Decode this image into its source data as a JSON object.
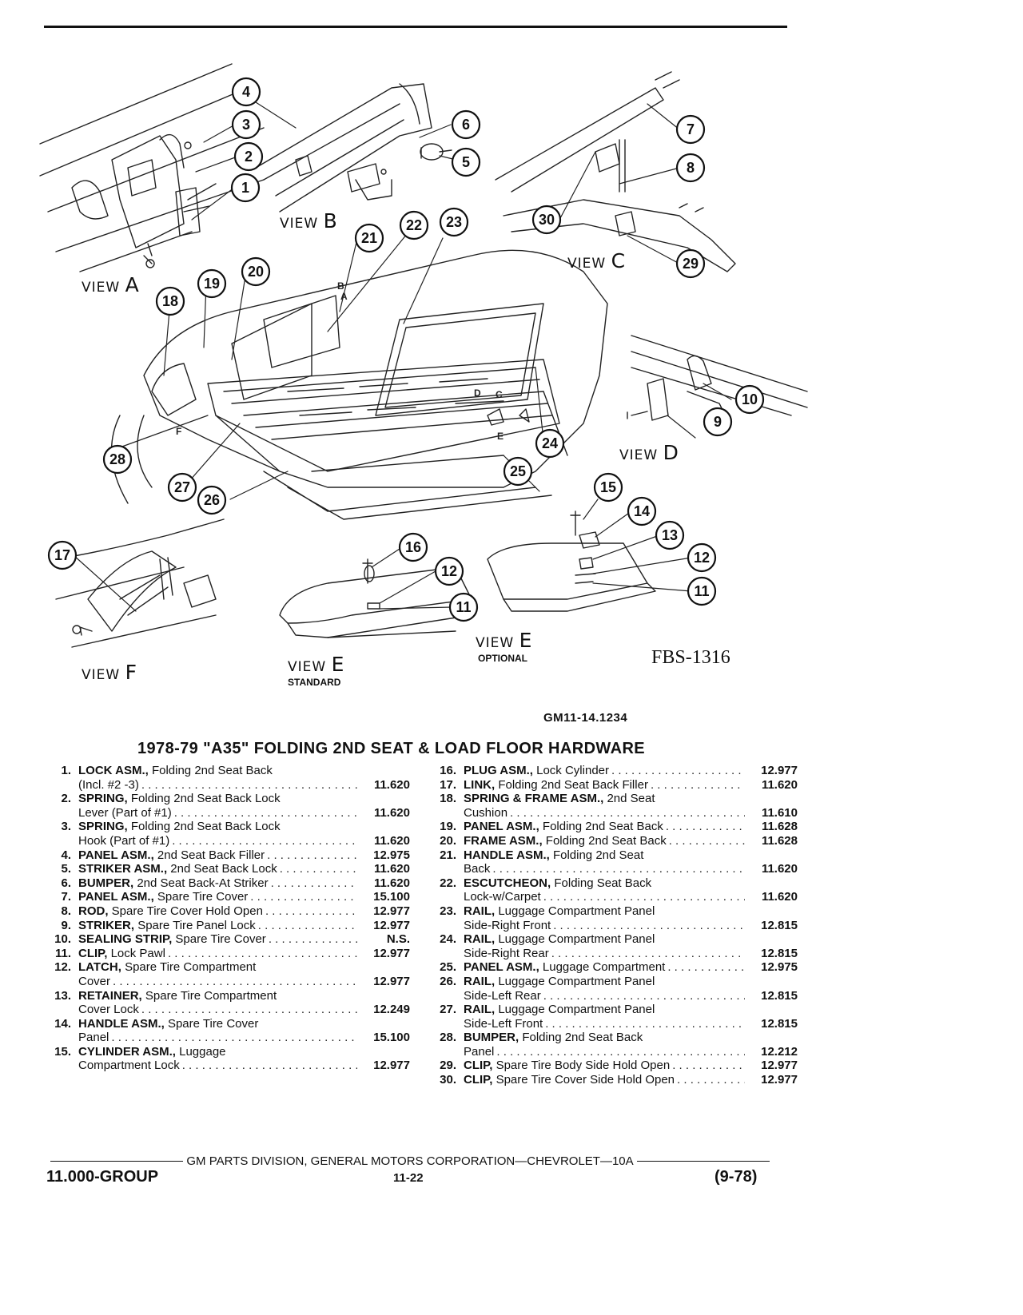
{
  "diagram": {
    "views": [
      {
        "id": "a",
        "word": "VIEW",
        "letter": "A"
      },
      {
        "id": "b",
        "word": "VIEW",
        "letter": "B"
      },
      {
        "id": "c",
        "word": "VIEW",
        "letter": "C"
      },
      {
        "id": "d",
        "word": "VIEW",
        "letter": "D"
      },
      {
        "id": "f",
        "word": "VIEW",
        "letter": "F"
      },
      {
        "id": "e-std",
        "word": "VIEW",
        "letter": "E",
        "sub": "STANDARD"
      },
      {
        "id": "e-opt",
        "word": "VIEW",
        "letter": "E",
        "sub": "OPTIONAL"
      }
    ],
    "callouts": [
      "1",
      "2",
      "3",
      "4",
      "5",
      "6",
      "7",
      "8",
      "9",
      "10",
      "11",
      "12",
      "13",
      "14",
      "15",
      "16",
      "17",
      "18",
      "19",
      "20",
      "21",
      "22",
      "23",
      "24",
      "25",
      "26",
      "27",
      "28",
      "29",
      "30"
    ],
    "callout_extra": [
      "11",
      "12"
    ],
    "arrow_letters": [
      "A",
      "B",
      "C",
      "D",
      "E",
      "F"
    ],
    "drawing_number": "FBS-1316"
  },
  "figure_id": "GM11-14.1234",
  "title": "1978-79 \"A35\" FOLDING 2ND SEAT & LOAD FLOOR HARDWARE",
  "parts_left": [
    {
      "num": "1.",
      "name": "LOCK ASM.,",
      "line1": "Folding 2nd Seat Back",
      "line2": "(Incl. #2 -3)",
      "group": "11.620"
    },
    {
      "num": "2.",
      "name": "SPRING,",
      "line1": "Folding 2nd Seat Back Lock",
      "line2": "Lever (Part of #1)",
      "group": "11.620"
    },
    {
      "num": "3.",
      "name": "SPRING,",
      "line1": "Folding 2nd Seat Back Lock",
      "line2": "Hook (Part of #1)",
      "group": "11.620"
    },
    {
      "num": "4.",
      "name": "PANEL ASM.,",
      "line1": "2nd Seat Back Filler",
      "group": "12.975"
    },
    {
      "num": "5.",
      "name": "STRIKER ASM.,",
      "line1": "2nd Seat Back Lock",
      "group": "11.620"
    },
    {
      "num": "6.",
      "name": "BUMPER,",
      "line1": "2nd Seat Back-At Striker",
      "group": "11.620"
    },
    {
      "num": "7.",
      "name": "PANEL ASM.,",
      "line1": "Spare Tire Cover",
      "group": "15.100"
    },
    {
      "num": "8.",
      "name": "ROD,",
      "line1": "Spare Tire Cover Hold Open",
      "group": "12.977"
    },
    {
      "num": "9.",
      "name": "STRIKER,",
      "line1": "Spare Tire Panel Lock",
      "group": "12.977"
    },
    {
      "num": "10.",
      "name": "SEALING STRIP,",
      "line1": "Spare Tire Cover",
      "group": "N.S."
    },
    {
      "num": "11.",
      "name": "CLIP,",
      "line1": "Lock Pawl",
      "group": "12.977"
    },
    {
      "num": "12.",
      "name": "LATCH,",
      "line1": "Spare Tire Compartment",
      "line2": "Cover",
      "group": "12.977"
    },
    {
      "num": "13.",
      "name": "RETAINER,",
      "line1": "Spare Tire Compartment",
      "line2": "Cover Lock",
      "group": "12.249"
    },
    {
      "num": "14.",
      "name": "HANDLE ASM.,",
      "line1": "Spare Tire Cover",
      "line2": "Panel",
      "group": "15.100"
    },
    {
      "num": "15.",
      "name": "CYLINDER ASM.,",
      "line1": "Luggage",
      "line2": "Compartment Lock",
      "group": "12.977"
    }
  ],
  "parts_right": [
    {
      "num": "16.",
      "name": "PLUG ASM.,",
      "line1": "Lock Cylinder",
      "group": "12.977"
    },
    {
      "num": "17.",
      "name": "LINK,",
      "line1": "Folding 2nd Seat Back Filler",
      "group": "11.620"
    },
    {
      "num": "18.",
      "name": "SPRING & FRAME ASM.,",
      "line1": "2nd Seat",
      "line2": "Cushion",
      "group": "11.610"
    },
    {
      "num": "19.",
      "name": "PANEL ASM.,",
      "line1": "Folding 2nd Seat Back",
      "group": "11.628"
    },
    {
      "num": "20.",
      "name": "FRAME ASM.,",
      "line1": "Folding 2nd Seat Back",
      "group": "11.628"
    },
    {
      "num": "21.",
      "name": "HANDLE ASM.,",
      "line1": "Folding 2nd Seat",
      "line2": "Back",
      "group": "11.620"
    },
    {
      "num": "22.",
      "name": "ESCUTCHEON,",
      "line1": "Folding Seat Back",
      "line2": "Lock-w/Carpet",
      "group": "11.620"
    },
    {
      "num": "23.",
      "name": "RAIL,",
      "line1": "Luggage Compartment Panel",
      "line2": "Side-Right Front",
      "group": "12.815"
    },
    {
      "num": "24.",
      "name": "RAIL,",
      "line1": "Luggage Compartment Panel",
      "line2": "Side-Right Rear",
      "group": "12.815"
    },
    {
      "num": "25.",
      "name": "PANEL ASM.,",
      "line1": "Luggage Compartment",
      "group": "12.975"
    },
    {
      "num": "26.",
      "name": "RAIL,",
      "line1": "Luggage Compartment Panel",
      "line2": "Side-Left Rear",
      "group": "12.815"
    },
    {
      "num": "27.",
      "name": "RAIL,",
      "line1": "Luggage Compartment Panel",
      "line2": "Side-Left Front",
      "group": "12.815"
    },
    {
      "num": "28.",
      "name": "BUMPER,",
      "line1": "Folding 2nd Seat Back",
      "line2": "Panel",
      "group": "12.212"
    },
    {
      "num": "29.",
      "name": "CLIP,",
      "line1": "Spare Tire Body Side Hold Open",
      "group": "12.977"
    },
    {
      "num": "30.",
      "name": "CLIP,",
      "line1": "Spare Tire Cover Side Hold Open",
      "group": "12.977"
    }
  ],
  "footer": {
    "division": "GM PARTS DIVISION, GENERAL MOTORS CORPORATION—CHEVROLET—10A",
    "group": "11.000-GROUP",
    "page": "11-22",
    "date": "(9-78)"
  }
}
